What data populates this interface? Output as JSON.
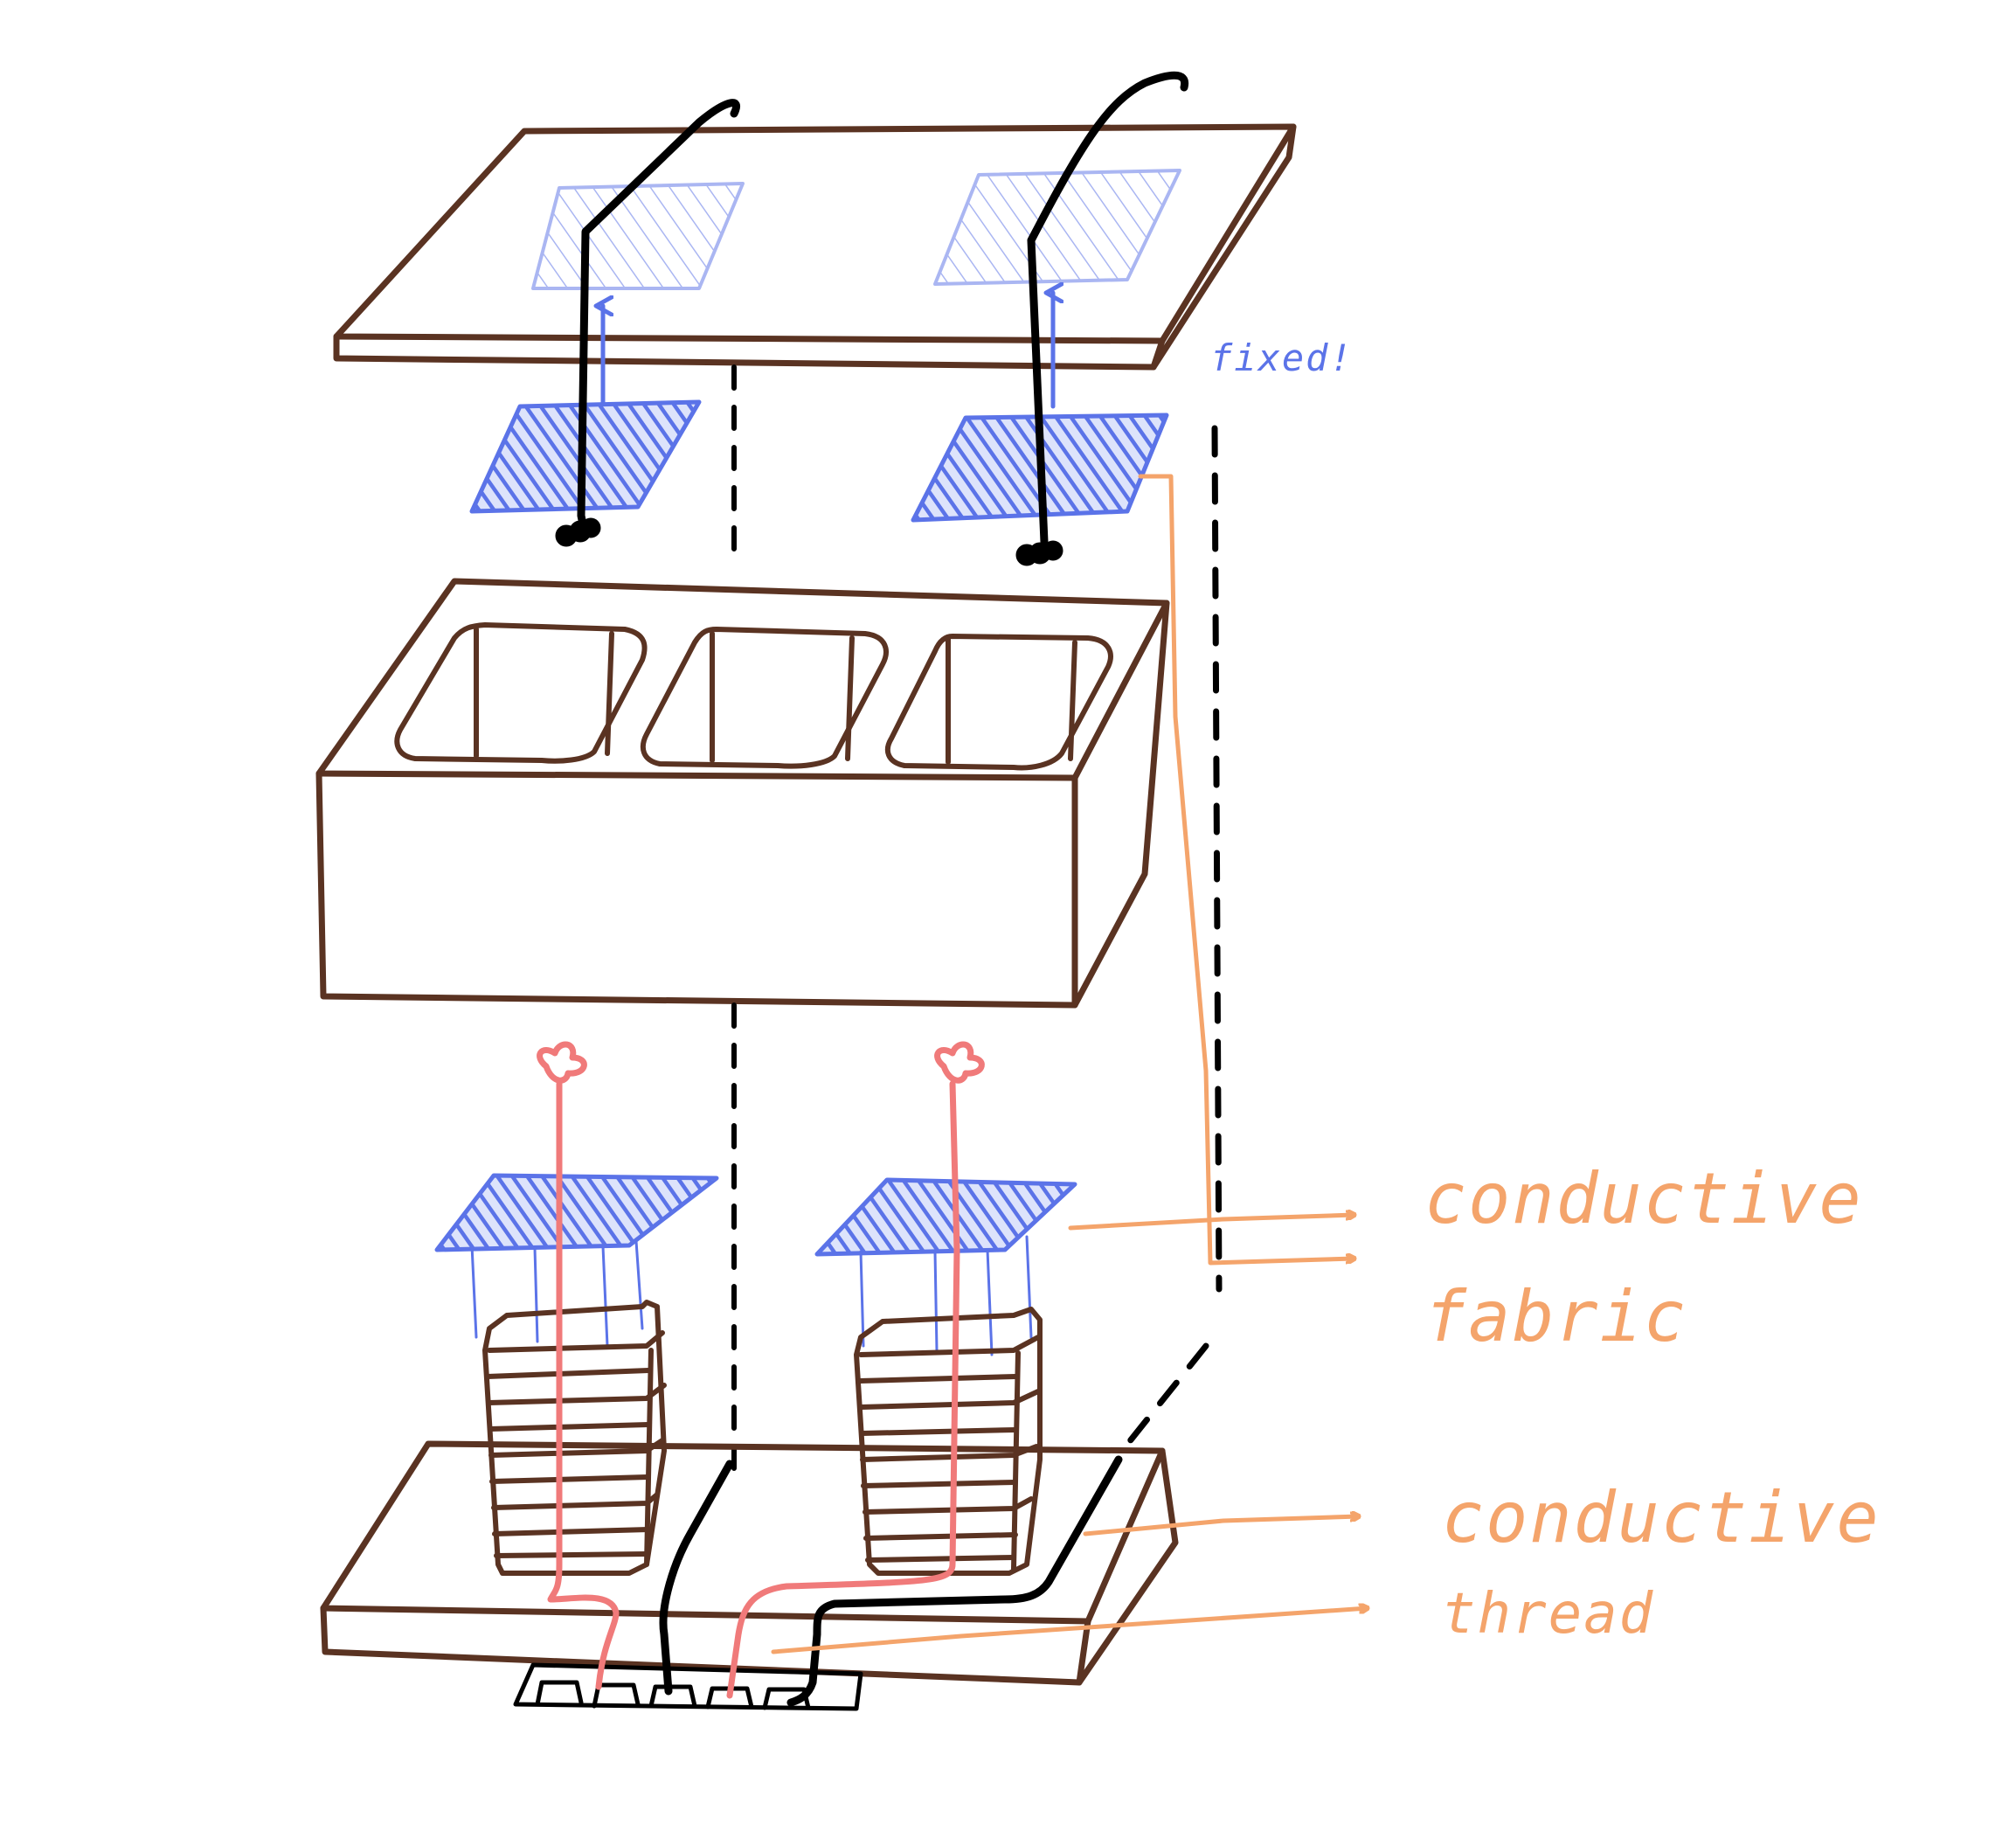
{
  "labels": {
    "fixed": "fixed!",
    "conductive_fabric_line1": "conductive",
    "conductive_fabric_line2": "fabric",
    "conductive_thread_line1": "conductive",
    "conductive_thread_line2": "thread"
  },
  "colors": {
    "structure": "#5a3322",
    "fabric": "#5b73e8",
    "fabric_light": "#aab6f2",
    "wire": "#000000",
    "thread": "#f07a7a",
    "annotation": "#f4a46b"
  }
}
